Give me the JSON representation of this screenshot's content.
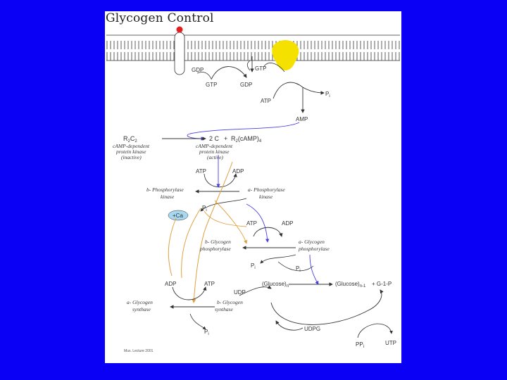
{
  "title": "Glycogen Control",
  "colors": {
    "background": "#0A00F5",
    "card": "#FFFFFF",
    "receptor_ball": "#E02020",
    "g_protein": "#F5E100",
    "arrow_purple": "#4A3FE0",
    "arrow_orange": "#E0A040",
    "calcium": "#A8D8F0",
    "ink": "#333333"
  },
  "labels": {
    "gdp_top": "GDP",
    "gtp_top": "GTP",
    "gtp_mid": "GTP",
    "gdp_mid": "GDP",
    "atp_top": "ATP",
    "pi_top": "P",
    "pi_top_sub": "i",
    "camp": "AMP",
    "r2c2": "R",
    "r2c2_sub1": "2",
    "r2c2_c": "C",
    "r2c2_sub2": "2",
    "pka_inactive_1": "cAMP-dependent",
    "pka_inactive_2": "protein kinase",
    "pka_inactive_3": "(inactive)",
    "two_c": "2 C",
    "plus": "+",
    "r2camp": "R",
    "r2camp_sub": "2",
    "r2camp_tail": "(cAMP)",
    "r2camp_sub2": "4",
    "pka_active_1": "cAMP-dependent",
    "pka_active_2": "protein kinase",
    "pka_active_3": "(active)",
    "atp_1": "ATP",
    "adp_1": "ADP",
    "phk_b": "b- Phosphorylase",
    "phk_b2": "kinase",
    "phk_a": "a- Phosphorylase",
    "phk_a2": "kinase",
    "pi_1": "P",
    "pi_1_sub": "i",
    "calcium": "+Ca",
    "atp_2": "ATP",
    "adp_2": "ADP",
    "gp_b": "b- Glycogen",
    "gp_b2": "phosphorylase",
    "gp_a": "a- Glycogen",
    "gp_a2": "phosphorylase",
    "pi_2": "P",
    "pi_2_sub": "i",
    "pi_3": "P",
    "pi_3_sub": "i",
    "adp_3": "ADP",
    "atp_3": "ATP",
    "udp": "UDP",
    "glycogen_n": "(Glucose)",
    "glycogen_n_sub": "n",
    "glycogen_n1": "(Glucose)",
    "glycogen_n1_sub": "n-1",
    "g1p": "+ G-1-P",
    "gs_a": "a- Glycogen",
    "gs_a2": "synthase",
    "gs_b": "b- Glycogen",
    "gs_b2": "synthase",
    "pi_4": "P",
    "pi_4_sub": "i",
    "udpg": "UDPG",
    "ppi": "PP",
    "ppi_sub": "i",
    "utp": "UTP",
    "footer": "Mus. Lecture 2001"
  }
}
